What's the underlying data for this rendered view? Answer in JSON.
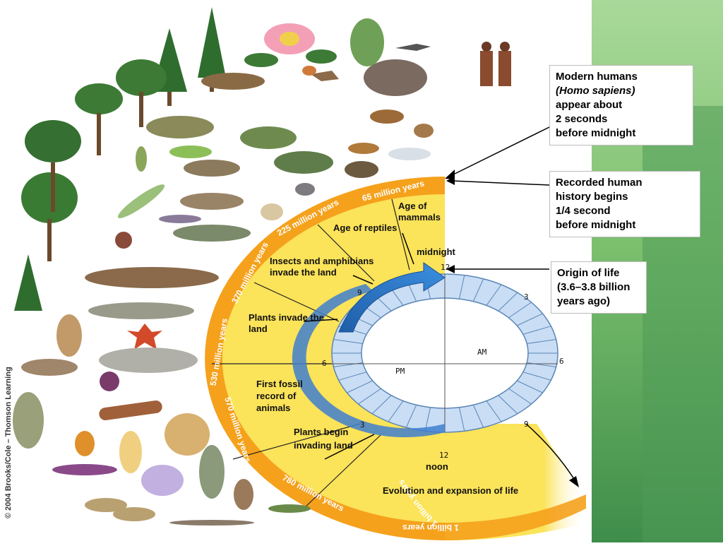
{
  "colors": {
    "background_green_light": "#8fcf82",
    "background_green_dark": "#3f8f4a",
    "orange_band": "#f5a11c",
    "yellow_fill": "#fbe35a",
    "clock_blue": "#4a90d9",
    "clock_light": "#c9ddf5"
  },
  "timeline_band": {
    "ticks": [
      "65 million years",
      "225 million years",
      "370 million years",
      "530 million years",
      "570 million years",
      "780 million years",
      "1 billion years"
    ]
  },
  "sector_labels": {
    "age_of_mammals": "Age of mammals",
    "age_of_reptiles": "Age of reptiles",
    "insects_amphibians": "Insects and amphibians invade the land",
    "plants_invade": "Plants invade the land",
    "first_fossil": "First fossil record of animals",
    "plants_begin": "Plants begin invading land",
    "evolution_life": "Evolution and expansion of life"
  },
  "clock": {
    "am_label": "AM",
    "pm_label": "PM",
    "midnight_label": "midnight",
    "noon_label": "noon",
    "hour_12_top": "12",
    "hour_12_bottom": "12",
    "hour_3_right": "3",
    "hour_6_right": "6",
    "hour_9_right": "9",
    "hour_9_left": "9",
    "hour_6_left": "6",
    "hour_3_left": "3"
  },
  "callouts": {
    "modern_humans": [
      "Modern humans",
      "(Homo sapiens)",
      "appear about",
      "2 seconds",
      "before midnight"
    ],
    "recorded_history": [
      "Recorded human",
      "history begins",
      "1/4 second",
      "before midnight"
    ],
    "origin_of_life": [
      "Origin of life",
      "(3.6–3.8 billion",
      "years ago)"
    ]
  },
  "copyright": "© 2004 Brooks/Cole – Thomson Learning"
}
